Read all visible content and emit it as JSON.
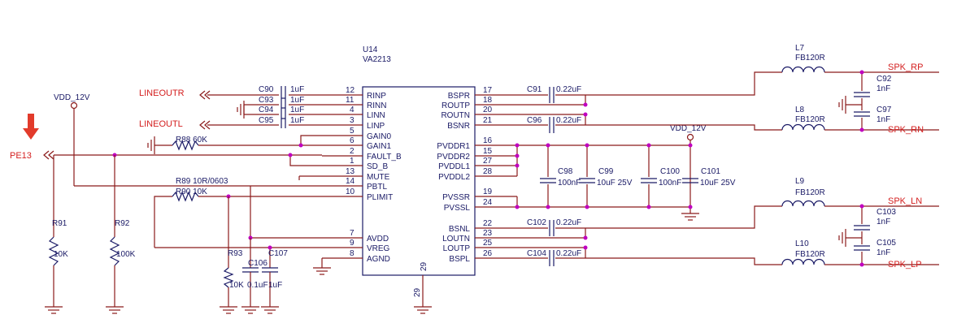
{
  "ic": {
    "ref": "U14",
    "part": "VA2213",
    "gnd_pin": "29",
    "gnd_pin_bottom": "29"
  },
  "left_pins": [
    {
      "num": "12",
      "name": "RINP"
    },
    {
      "num": "11",
      "name": "RINN"
    },
    {
      "num": "4",
      "name": "LINN"
    },
    {
      "num": "3",
      "name": "LINP"
    },
    {
      "num": "5",
      "name": "GAIN0"
    },
    {
      "num": "6",
      "name": "GAIN1"
    },
    {
      "num": "2",
      "name": "FAULT_B"
    },
    {
      "num": "1",
      "name": "SD_B"
    },
    {
      "num": "13",
      "name": "MUTE"
    },
    {
      "num": "14",
      "name": "PBTL"
    },
    {
      "num": "10",
      "name": "PLIMIT"
    },
    {
      "num": "7",
      "name": "AVDD"
    },
    {
      "num": "9",
      "name": "VREG"
    },
    {
      "num": "8",
      "name": "AGND"
    }
  ],
  "right_pins": [
    {
      "num": "17",
      "name": "BSPR"
    },
    {
      "num": "18",
      "name": "ROUTP"
    },
    {
      "num": "20",
      "name": "ROUTN"
    },
    {
      "num": "21",
      "name": "BSNR"
    },
    {
      "num": "16",
      "name": "PVDDR1"
    },
    {
      "num": "15",
      "name": "PVDDR2"
    },
    {
      "num": "27",
      "name": "PVDDL1"
    },
    {
      "num": "28",
      "name": "PVDDL2"
    },
    {
      "num": "19",
      "name": "PVSSR"
    },
    {
      "num": "24",
      "name": "PVSSL"
    },
    {
      "num": "22",
      "name": "BSNL"
    },
    {
      "num": "23",
      "name": "LOUTN"
    },
    {
      "num": "25",
      "name": "LOUTP"
    },
    {
      "num": "26",
      "name": "BSPL"
    }
  ],
  "input_caps": [
    {
      "ref": "C90",
      "value": "1uF"
    },
    {
      "ref": "C93",
      "value": "1uF"
    },
    {
      "ref": "C94",
      "value": "1uF"
    },
    {
      "ref": "C95",
      "value": "1uF"
    }
  ],
  "nets": {
    "lineoutr": "LINEOUTR",
    "lineoutl": "LINEOUTL",
    "pe13": "PE13",
    "vdd_left": "VDD_12V",
    "vdd_right": "VDD_12V",
    "spk_rp": "SPK_RP",
    "spk_rn": "SPK_RN",
    "spk_ln": "SPK_LN",
    "spk_lp": "SPK_LP"
  },
  "resistors": {
    "r88": "R88 60K",
    "r89": "R89 10R/0603",
    "r90": "R90 10K",
    "r91": "R91",
    "r91_val": "10K",
    "r92": "R92",
    "r92_val": "100K",
    "r93": "R93",
    "r93_val": "10K"
  },
  "avdd_caps": {
    "c106": "C106",
    "c106_val": "0.1uF",
    "c107": "C107",
    "c107_val": "1uF"
  },
  "boot_caps": [
    {
      "ref": "C91",
      "value": "0.22uF"
    },
    {
      "ref": "C96",
      "value": "0.22uF"
    },
    {
      "ref": "C102",
      "value": "0.22uF"
    },
    {
      "ref": "C104",
      "value": "0.22uF"
    }
  ],
  "supply_caps": [
    {
      "ref": "C98",
      "value": "100nF"
    },
    {
      "ref": "C99",
      "value": "10uF 25V"
    },
    {
      "ref": "C100",
      "value": "100nF"
    },
    {
      "ref": "C101",
      "value": "10uF 25V"
    }
  ],
  "inductors": [
    {
      "ref": "L7",
      "part": "FB120R"
    },
    {
      "ref": "L8",
      "part": "FB120R"
    },
    {
      "ref": "L9",
      "part": "FB120R"
    },
    {
      "ref": "L10",
      "part": "FB120R"
    }
  ],
  "output_caps": [
    {
      "ref": "C92",
      "value": "1nF"
    },
    {
      "ref": "C97",
      "value": "1nF"
    },
    {
      "ref": "C103",
      "value": "1nF"
    },
    {
      "ref": "C105",
      "value": "1nF"
    }
  ],
  "colors": {
    "wire": "#8b1a1a",
    "component": "#1a1a66",
    "net_label": "#d42020",
    "arrow": "#e23b2b"
  }
}
